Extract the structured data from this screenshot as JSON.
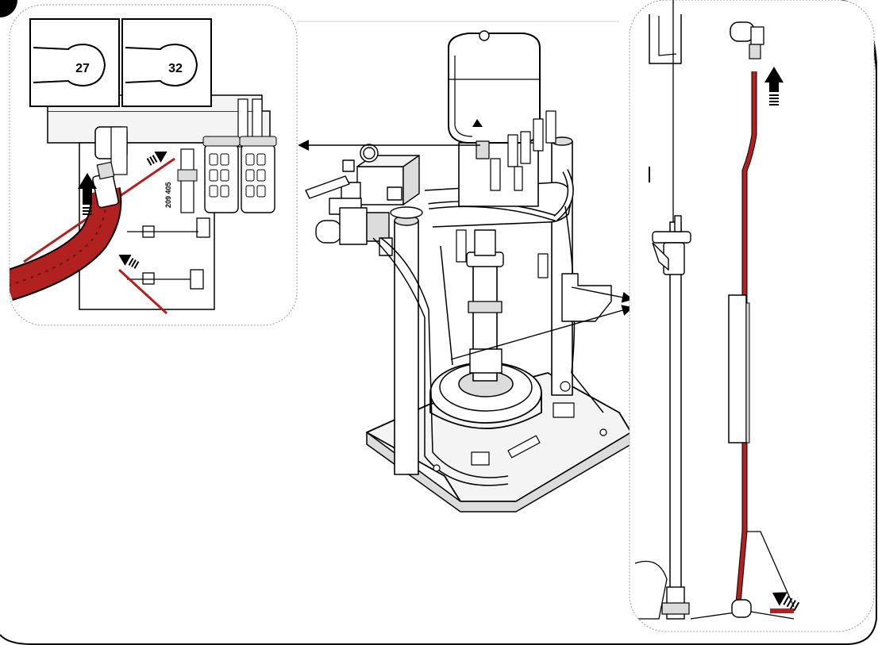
{
  "wrench_sizes": {
    "first": "27",
    "second": "32"
  },
  "filter_label": "209 405",
  "colors": {
    "outline": "#000000",
    "hose": "#b0211f",
    "hose_dark": "#6e1412",
    "panel_border": "#9a9a9a",
    "light_fill": "#f4f4f4",
    "mid_fill": "#dcdcdc"
  },
  "icons": [
    "wrench-27-icon",
    "wrench-32-icon",
    "up-arrow-icon",
    "dashed-arrow-icon"
  ]
}
